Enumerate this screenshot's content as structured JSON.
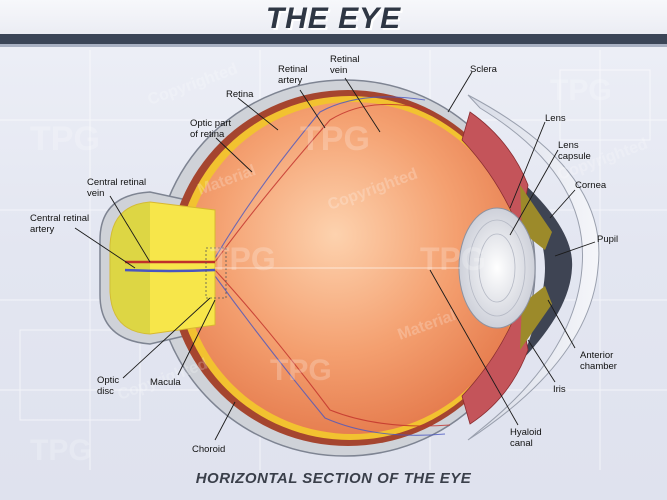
{
  "title": "THE EYE",
  "subtitle": "HORIZONTAL SECTION OF THE EYE",
  "watermark": {
    "brand": "TPG",
    "line1": "Copyrighted",
    "line2": "Material"
  },
  "labels": {
    "retinal_artery": [
      "Retinal",
      "artery"
    ],
    "retinal_vein": [
      "Retinal",
      "vein"
    ],
    "sclera": [
      "Sclera"
    ],
    "retina": [
      "Retina"
    ],
    "optic_part_of_retina": [
      "Optic part",
      "of retina"
    ],
    "lens": [
      "Lens"
    ],
    "lens_capsule": [
      "Lens",
      "capsule"
    ],
    "cornea": [
      "Cornea"
    ],
    "central_retinal_vein": [
      "Central retinal",
      "vein"
    ],
    "central_retinal_artery": [
      "Central retinal",
      "artery"
    ],
    "pupil": [
      "Pupil"
    ],
    "optic_disc": [
      "Optic",
      "disc"
    ],
    "macula": [
      "Macula"
    ],
    "anterior_chamber": [
      "Anterior",
      "chamber"
    ],
    "iris": [
      "Iris"
    ],
    "hyaloid_canal": [
      "Hyaloid",
      "canal"
    ],
    "choroid": [
      "Choroid"
    ]
  },
  "colors": {
    "vitreous": "#f4a070",
    "sclera": "#cfd2d8",
    "choroid": "#a5452f",
    "retina": "#f2c230",
    "optic_nerve": "#f7e64a",
    "iris": "#9c8a2a",
    "lens": "#e8eaf0",
    "artery": "#c0302a",
    "vein": "#4a56c0"
  }
}
